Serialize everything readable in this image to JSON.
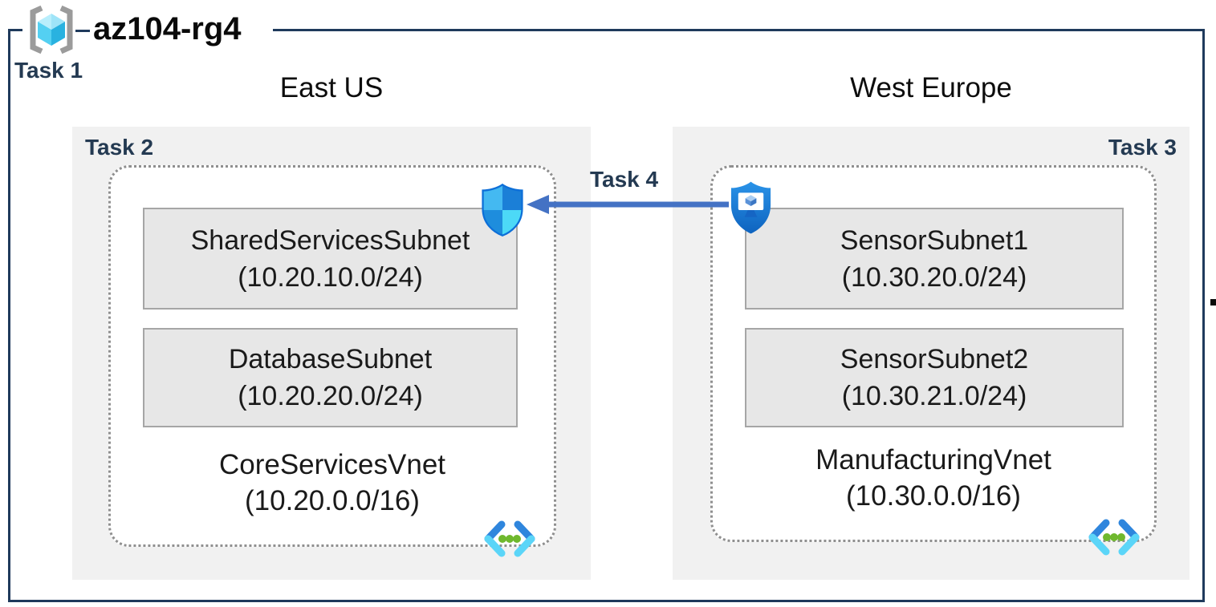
{
  "resource_group": {
    "name": "az104-rg4",
    "task_label": "Task 1"
  },
  "regions": [
    {
      "name": "East US",
      "task_label": "Task 2",
      "vnet": {
        "name": "CoreServicesVnet",
        "cidr": "(10.20.0.0/16)"
      },
      "subnets": [
        {
          "name": "SharedServicesSubnet",
          "cidr": "(10.20.10.0/24)"
        },
        {
          "name": "DatabaseSubnet",
          "cidr": "(10.20.20.0/24)"
        }
      ]
    },
    {
      "name": "West Europe",
      "task_label": "Task 3",
      "vnet": {
        "name": "ManufacturingVnet",
        "cidr": "(10.30.0.0/16)"
      },
      "subnets": [
        {
          "name": "SensorSubnet1",
          "cidr": "(10.30.20.0/24)"
        },
        {
          "name": "SensorSubnet2",
          "cidr": "(10.30.21.0/24)"
        }
      ]
    }
  ],
  "connection": {
    "task_label": "Task 4",
    "direction": "west-to-east"
  },
  "icons": {
    "resource_group": "resource-group-icon",
    "east_vnet_shield": "defender-shield-icon",
    "west_vnet_shield": "bastion-shield-icon",
    "virtual_network": "virtual-network-icon",
    "arrow": "peering-arrow"
  },
  "colors": {
    "border_navy": "#1f3a5c",
    "task_label_navy": "#243a52",
    "arrow_blue": "#4472c4",
    "region_fill": "#f1f1f1",
    "subnet_fill": "#e7e7e7",
    "subnet_border": "#a6a6a6",
    "dotted_border": "#8f8f8f",
    "icon_blue_dark": "#1b7fd7",
    "icon_blue_light": "#4cd9f7",
    "vnet_icon_green": "#6fb82e"
  }
}
